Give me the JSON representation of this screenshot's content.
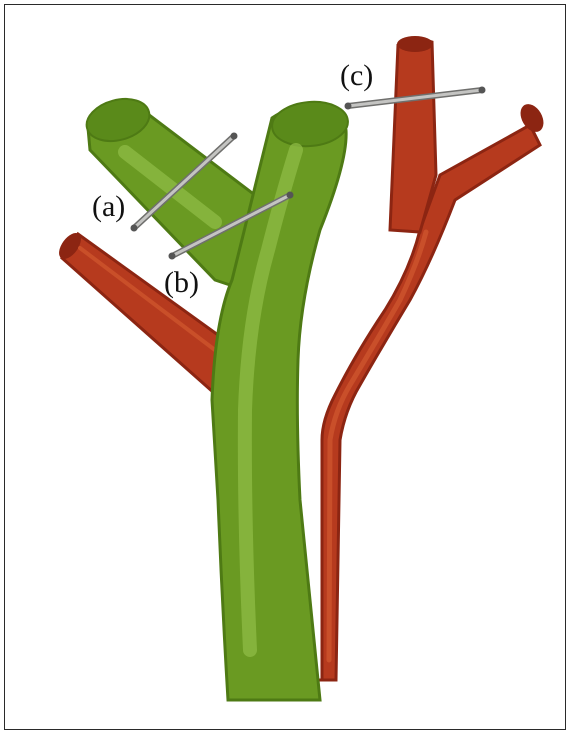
{
  "labels": {
    "a": "(a)",
    "b": "(b)",
    "c": "(c)"
  },
  "colors": {
    "green_dark": "#4e7a14",
    "green_mid": "#6a9a22",
    "green_light": "#8fbb45",
    "red_dark": "#8c2512",
    "red_mid": "#b63a1e",
    "red_light": "#d2582f",
    "wire": "#9a9a98"
  }
}
